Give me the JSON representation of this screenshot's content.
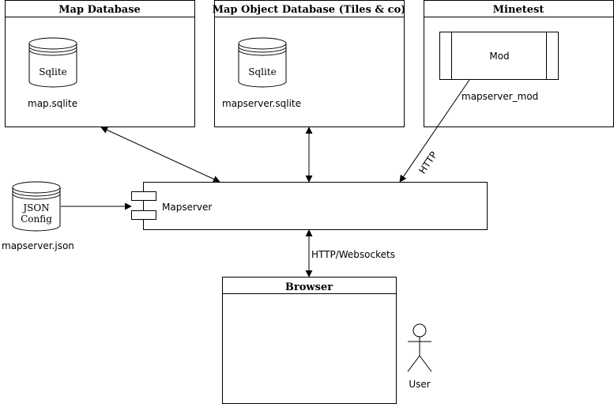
{
  "packages": {
    "map_database": {
      "title": "Map Database",
      "db_label": "Sqlite",
      "file_label": "map.sqlite"
    },
    "map_object_database": {
      "title": "Map Object Database (Tiles & co)",
      "db_label": "Sqlite",
      "file_label": "mapserver.sqlite"
    },
    "minetest": {
      "title": "Minetest",
      "mod_label": "Mod",
      "mod_name": "mapserver_mod"
    },
    "browser": {
      "title": "Browser"
    }
  },
  "config": {
    "line1": "JSON",
    "line2": "Config",
    "file_label": "mapserver.json"
  },
  "mapserver": {
    "label": "Mapserver"
  },
  "connections": {
    "mod_to_mapserver": "HTTP",
    "mapserver_to_browser": "HTTP/Websockets"
  },
  "actor": {
    "label": "User"
  }
}
